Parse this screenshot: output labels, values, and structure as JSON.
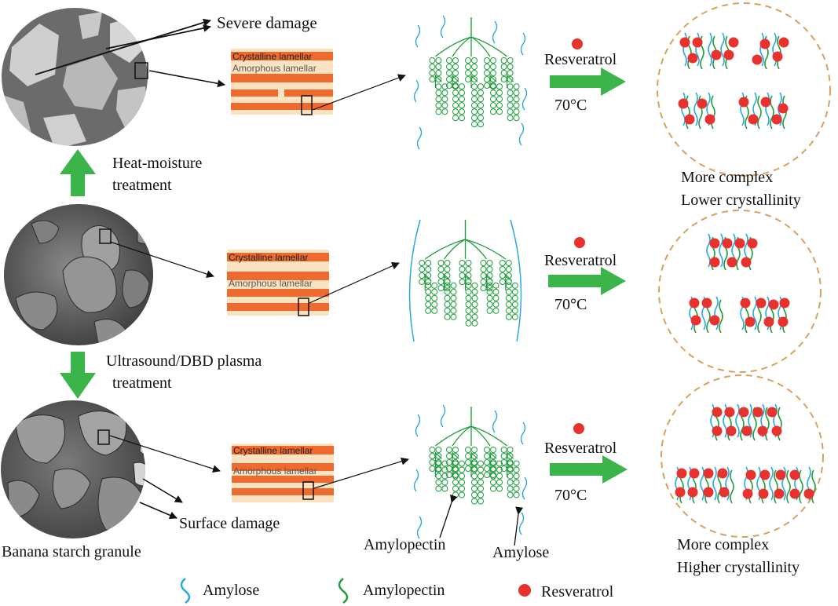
{
  "labels": {
    "severe_damage": "Severe damage",
    "heat_moisture_line1": "Heat-moisture",
    "heat_moisture_line2": "treatment",
    "ultrasound_line1": "Ultrasound/DBD plasma",
    "ultrasound_line2": "treatment",
    "surface_damage": "Surface damage",
    "granule": "Banana starch granule",
    "crystalline": "Crystalline lamellar",
    "amorphous": "Amorphous lamellar",
    "resveratrol": "Resveratrol",
    "temperature": "70°C",
    "top_result_line1": "More complex",
    "top_result_line2": "Lower crystallinity",
    "bottom_result_line1": "More complex",
    "bottom_result_line2": "Higher crystallinity",
    "amylopectin_callout": "Amylopectin",
    "amylose_callout": "Amylose"
  },
  "legend": {
    "amylose": "Amylose",
    "amylopectin": "Amylopectin",
    "resveratrol": "Resveratrol"
  },
  "colors": {
    "amylose": "#29a9e0",
    "amylopectin": "#1e9e3c",
    "resveratrol": "#e8322d",
    "arrow_green": "#3bb54a",
    "crystalline": "#ee6a2f",
    "amorphous": "#fbe3c2",
    "circle_border": "#d9a15c",
    "sem_gray": "#6d6d6d"
  }
}
